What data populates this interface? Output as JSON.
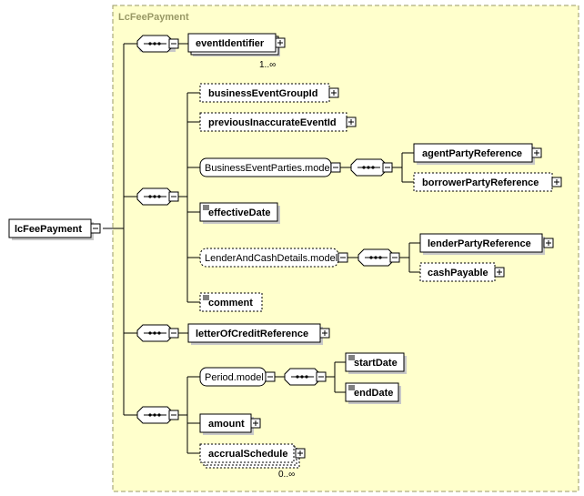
{
  "diagram": {
    "title": "LcFeePayment",
    "root": "lcFeePayment",
    "elements": {
      "eventIdentifier": "eventIdentifier",
      "eventIdentifierCard": "1..∞",
      "businessEventGroupId": "businessEventGroupId",
      "previousInaccurateEventId": "previousInaccurateEventId",
      "businessEventPartiesModel": "BusinessEventParties.model",
      "agentPartyReference": "agentPartyReference",
      "borrowerPartyReference": "borrowerPartyReference",
      "effectiveDate": "effectiveDate",
      "lenderAndCashDetailsModel": "LenderAndCashDetails.model",
      "lenderPartyReference": "lenderPartyReference",
      "cashPayable": "cashPayable",
      "comment": "comment",
      "letterOfCreditReference": "letterOfCreditReference",
      "periodModel": "Period.model",
      "startDate": "startDate",
      "endDate": "endDate",
      "amount": "amount",
      "accrualSchedule": "accrualSchedule",
      "accrualScheduleCard": "0..∞"
    },
    "colors": {
      "container_fill": "#ffffcc",
      "container_border": "#999966",
      "title": "#999966",
      "shadow": "#c8c8c8"
    }
  }
}
